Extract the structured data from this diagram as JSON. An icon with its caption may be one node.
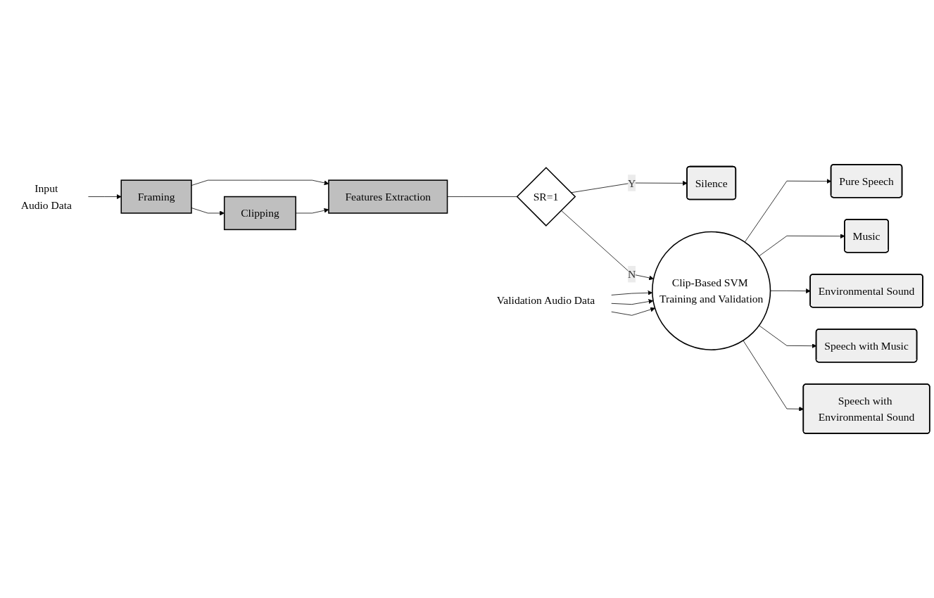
{
  "diagram": {
    "nodes": [
      {
        "text": [
          "Input",
          "Audio Data"
        ]
      },
      {
        "text": [
          "Framing"
        ]
      },
      {
        "text": [
          "Clipping"
        ]
      },
      {
        "text": [
          "Features Extraction"
        ]
      },
      {
        "text": [
          "SR=1"
        ]
      },
      {
        "text": [
          "Silence"
        ]
      },
      {
        "text": [
          "Clip-Based SVM Training and Validation"
        ]
      },
      {
        "text": [
          "Pure Speech"
        ]
      },
      {
        "text": [
          "Music"
        ]
      },
      {
        "text": [
          "Environmental Sound"
        ]
      },
      {
        "text": [
          "Speech with Music"
        ]
      },
      {
        "text": [
          "Speech with Environmental Sound"
        ]
      },
      {
        "text": [
          "Validation Audio Data"
        ]
      }
    ],
    "edges": [
      {
        "from": 0,
        "to": 1,
        "arrow": "to"
      },
      {
        "from": 1,
        "to": 2,
        "arrow": "to"
      },
      {
        "from": 1,
        "to": 3,
        "arrow": "to"
      },
      {
        "from": 2,
        "to": 3,
        "arrow": "to"
      },
      {
        "from": 3,
        "to": 4,
        "arrow": "none"
      },
      {
        "from": 4,
        "to": 5,
        "label": "Y",
        "arrow": "to"
      },
      {
        "from": 4,
        "to": 6,
        "label": "N",
        "arrow": "to"
      },
      {
        "from": 12,
        "to": 6,
        "arrow": "to"
      },
      {
        "from": 12,
        "to": 6,
        "arrow": "to"
      },
      {
        "from": 12,
        "to": 6,
        "arrow": "to"
      },
      {
        "from": 6,
        "to": 7,
        "arrow": "to"
      },
      {
        "from": 6,
        "to": 8,
        "arrow": "to"
      },
      {
        "from": 6,
        "to": 9,
        "arrow": "to"
      },
      {
        "from": 6,
        "to": 10,
        "arrow": "to"
      },
      {
        "from": 6,
        "to": 11,
        "arrow": "to"
      }
    ]
  }
}
